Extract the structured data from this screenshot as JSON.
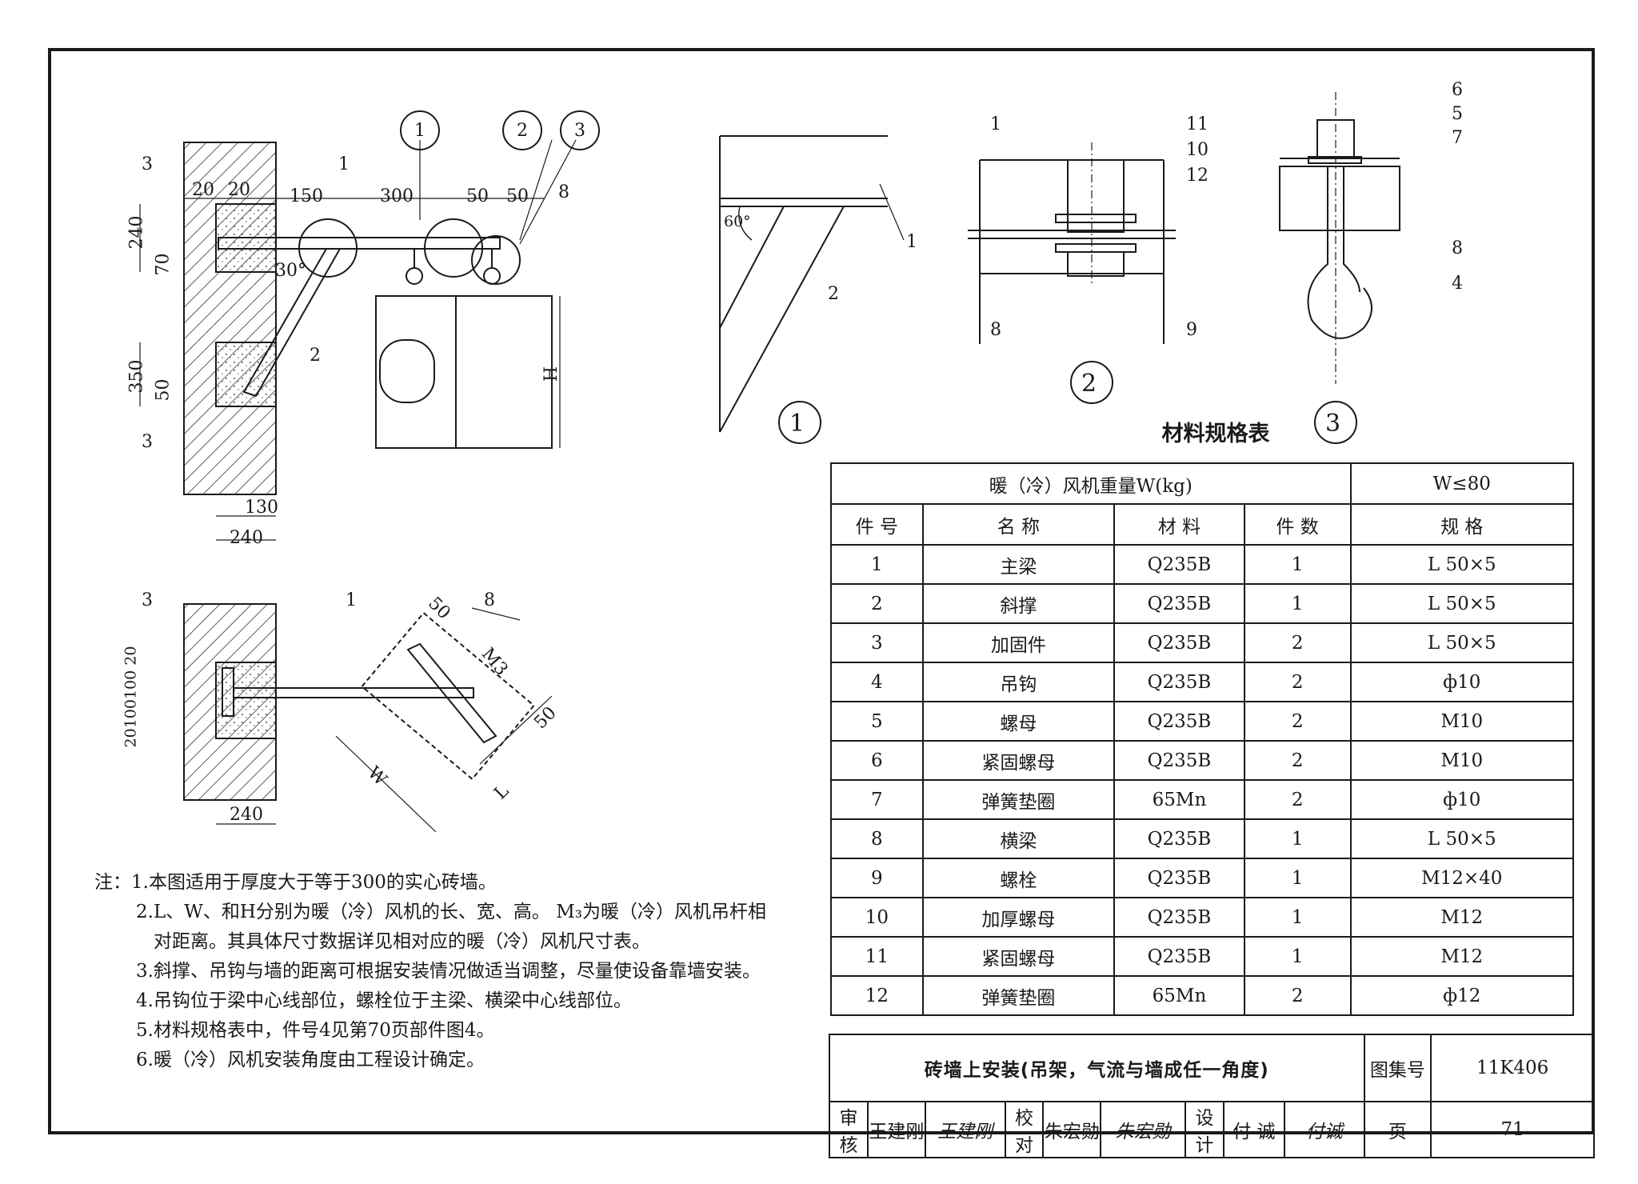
{
  "drawing": {
    "callouts_top": [
      "1",
      "2",
      "3"
    ],
    "circle_labels": [
      "①",
      "②",
      "③"
    ],
    "plan_labels": {
      "p3a": "3",
      "p1": "1",
      "p8": "8",
      "p2": "2",
      "p3b": "3"
    },
    "plan_dims": {
      "d20a": "20",
      "d20b": "20",
      "d150": "150",
      "d300": "300",
      "d50a": "50",
      "d50b": "50",
      "d240": "240",
      "d70": "70",
      "d350": "350",
      "d50c": "50",
      "d130": "130",
      "d240b": "240",
      "angle30": "30°",
      "H": "H"
    },
    "bottom_labels": {
      "b3": "3",
      "b1": "1",
      "b8": "8",
      "b50a": "50",
      "b50b": "50",
      "bM3": "M3",
      "bW": "W",
      "bL": "L",
      "bdim": "20100100 20",
      "b240": "240"
    },
    "detail1": {
      "angle": "60°",
      "l1": "1",
      "l2": "2"
    },
    "detail2": {
      "l1": "1",
      "l11": "11",
      "l10": "10",
      "l12": "12",
      "l8": "8",
      "l9": "9"
    },
    "detail3": {
      "l6": "6",
      "l5": "5",
      "l7": "7",
      "l8": "8",
      "l4": "4"
    }
  },
  "material_table": {
    "title": "材料规格表",
    "weight_label": "暖（冷）风机重量W(kg)",
    "weight_value": "W≤80",
    "headers": [
      "件 号",
      "名 称",
      "材 料",
      "件 数",
      "规 格"
    ],
    "rows": [
      [
        "1",
        "主梁",
        "Q235B",
        "1",
        "L 50×5"
      ],
      [
        "2",
        "斜撑",
        "Q235B",
        "1",
        "L 50×5"
      ],
      [
        "3",
        "加固件",
        "Q235B",
        "2",
        "L 50×5"
      ],
      [
        "4",
        "吊钩",
        "Q235B",
        "2",
        "ф10"
      ],
      [
        "5",
        "螺母",
        "Q235B",
        "2",
        "M10"
      ],
      [
        "6",
        "紧固螺母",
        "Q235B",
        "2",
        "M10"
      ],
      [
        "7",
        "弹簧垫圈",
        "65Mn",
        "2",
        "ф10"
      ],
      [
        "8",
        "横梁",
        "Q235B",
        "1",
        "L 50×5"
      ],
      [
        "9",
        "螺栓",
        "Q235B",
        "1",
        "M12×40"
      ],
      [
        "10",
        "加厚螺母",
        "Q235B",
        "1",
        "M12"
      ],
      [
        "11",
        "紧固螺母",
        "Q235B",
        "1",
        "M12"
      ],
      [
        "12",
        "弹簧垫圈",
        "65Mn",
        "2",
        "ф12"
      ]
    ]
  },
  "notes": {
    "prefix": "注：",
    "n1": "1.本图适用于厚度大于等于300的实心砖墙。",
    "n2a": "2.L、W、和H分别为暖（冷）风机的长、宽、高。 M₃为暖（冷）风机吊杆相",
    "n2b": "对距离。其具体尺寸数据详见相对应的暖（冷）风机尺寸表。",
    "n3": "3.斜撑、吊钩与墙的距离可根据安装情况做适当调整，尽量使设备靠墙安装。",
    "n4": "4.吊钩位于梁中心线部位，螺栓位于主梁、横梁中心线部位。",
    "n5": "5.材料规格表中，件号4见第70页部件图4。",
    "n6": "6.暖（冷）风机安装角度由工程设计确定。"
  },
  "title_block": {
    "title": "砖墙上安装(吊架，气流与墙成任一角度)",
    "atlas_label": "图集号",
    "atlas_no": "11K406",
    "review_label": "审核",
    "reviewer": "王建刚",
    "reviewer_sig": "王建刚",
    "check_label": "校对",
    "checker": "朱宏勋",
    "checker_sig": "朱宏勋",
    "design_label": "设计",
    "designer": "付 诚",
    "designer_sig": "付诚",
    "page_label": "页",
    "page_no": "71"
  }
}
